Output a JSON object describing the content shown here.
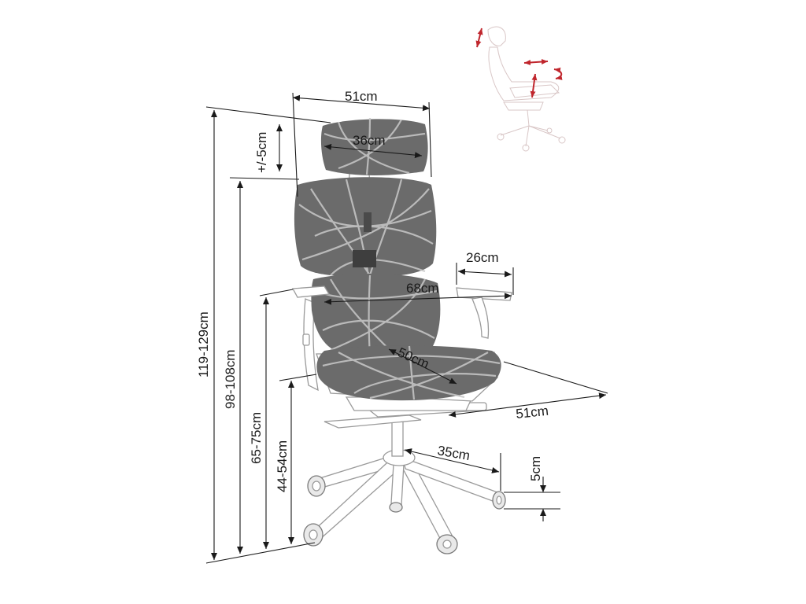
{
  "labels": {
    "total_height": "119-129cm",
    "backrest_height": "98-108cm",
    "armrest_height": "65-75cm",
    "seat_height": "44-54cm",
    "headrest_adjust": "+/-5cm",
    "backrest_width": "51cm",
    "headrest_width": "36cm",
    "armrest_length": "26cm",
    "armrest_span": "68cm",
    "seat_depth": "50cm",
    "seat_width": "51cm",
    "base_radius": "35cm",
    "wheel_height": "5cm"
  },
  "colors": {
    "mesh": "#6b6b6b",
    "frame": "#9a9a9a",
    "accent_arrows": "#c0262d",
    "dimension_lines": "#1a1a1a"
  },
  "icons": {
    "adjustment_thumbnail": "chair-adjustment-icon"
  }
}
